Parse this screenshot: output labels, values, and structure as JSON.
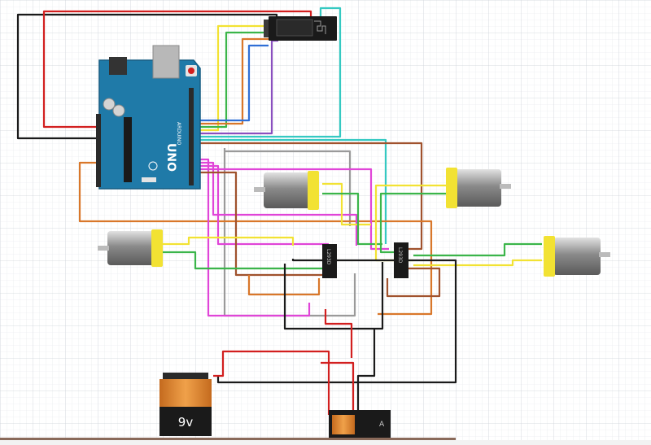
{
  "battery_9v": {
    "label": "9v"
  },
  "battery_holder": {
    "label": "A"
  },
  "arduino": {
    "board_text": "UNO",
    "brand_text": "ARDUINO"
  },
  "driver_chips": [
    {
      "label": "L293D"
    },
    {
      "label": "L293D"
    }
  ],
  "colors": {
    "red": "#d21f1f",
    "black": "#1a1a1a",
    "yellow": "#f2e233",
    "green": "#3bb54a",
    "orange": "#d9772a",
    "brown": "#a0522d",
    "blue": "#2f6fd6",
    "purple": "#8a4fbf",
    "magenta": "#e045d8",
    "cyan": "#35c9c2",
    "gray": "#9a9a9a",
    "board": "#1f7aa8"
  }
}
